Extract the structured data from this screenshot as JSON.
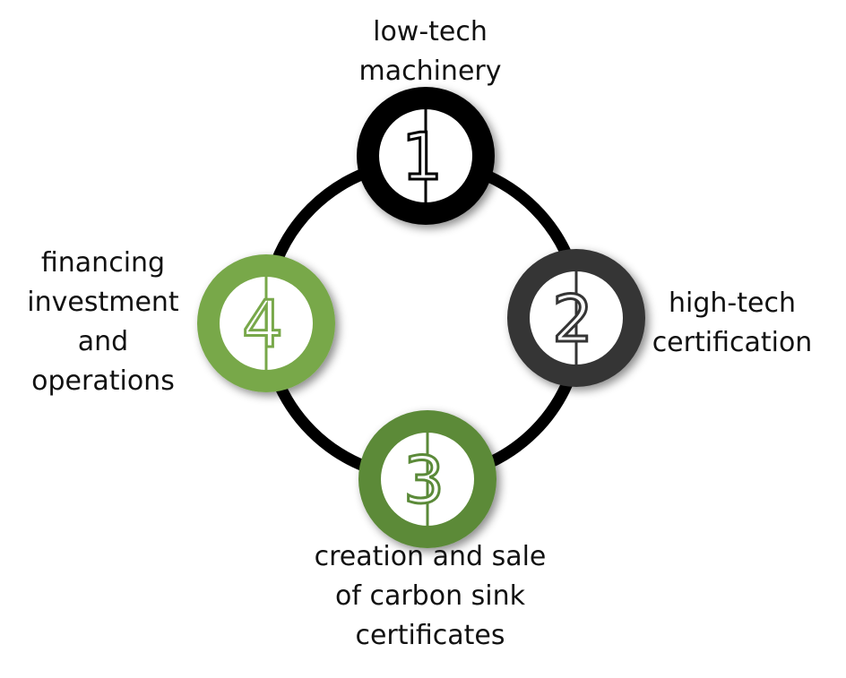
{
  "colors": {
    "ring": "#000000",
    "node1": "#000000",
    "node2": "#353535",
    "node3": "#5b8a39",
    "node4": "#78a84a"
  },
  "nodes": [
    {
      "number": "1",
      "label": "low-tech\nmachinery"
    },
    {
      "number": "2",
      "label": "high-tech\ncertification"
    },
    {
      "number": "3",
      "label": "creation and sale\nof carbon sink\ncertificates"
    },
    {
      "number": "4",
      "label": "financing\ninvestment\nand\noperations"
    }
  ]
}
